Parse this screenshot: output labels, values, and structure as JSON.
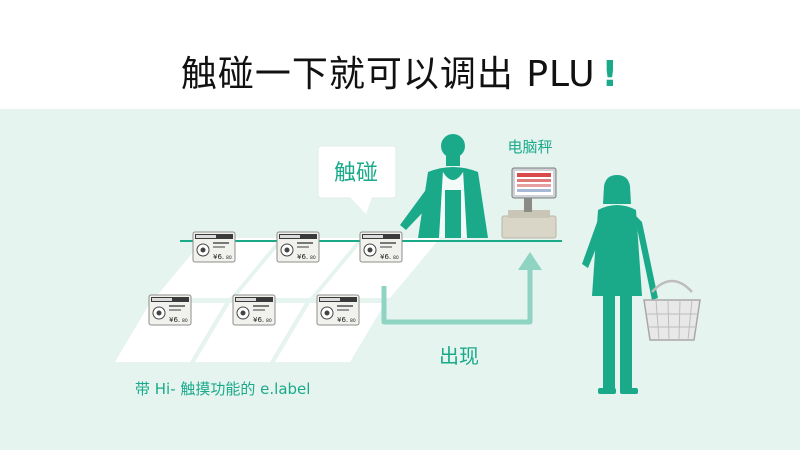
{
  "headline": {
    "text": "触碰一下就可以调出 PLU",
    "emphasis": "!"
  },
  "labels": {
    "touch": "触碰",
    "scale": "电脑秤",
    "appear": "出现",
    "caption": "带 Hi- 触摸功能的 e.label"
  },
  "tag": {
    "price": "¥6.",
    "cents": "80"
  },
  "colors": {
    "accent": "#1aaa8a",
    "band": "#e6f4f0",
    "text": "#111111"
  },
  "icons": [
    "shop-assistant-icon",
    "customer-icon",
    "shopping-basket-icon",
    "computer-scale-icon",
    "electronic-shelf-label-icon",
    "flow-arrow-icon"
  ]
}
